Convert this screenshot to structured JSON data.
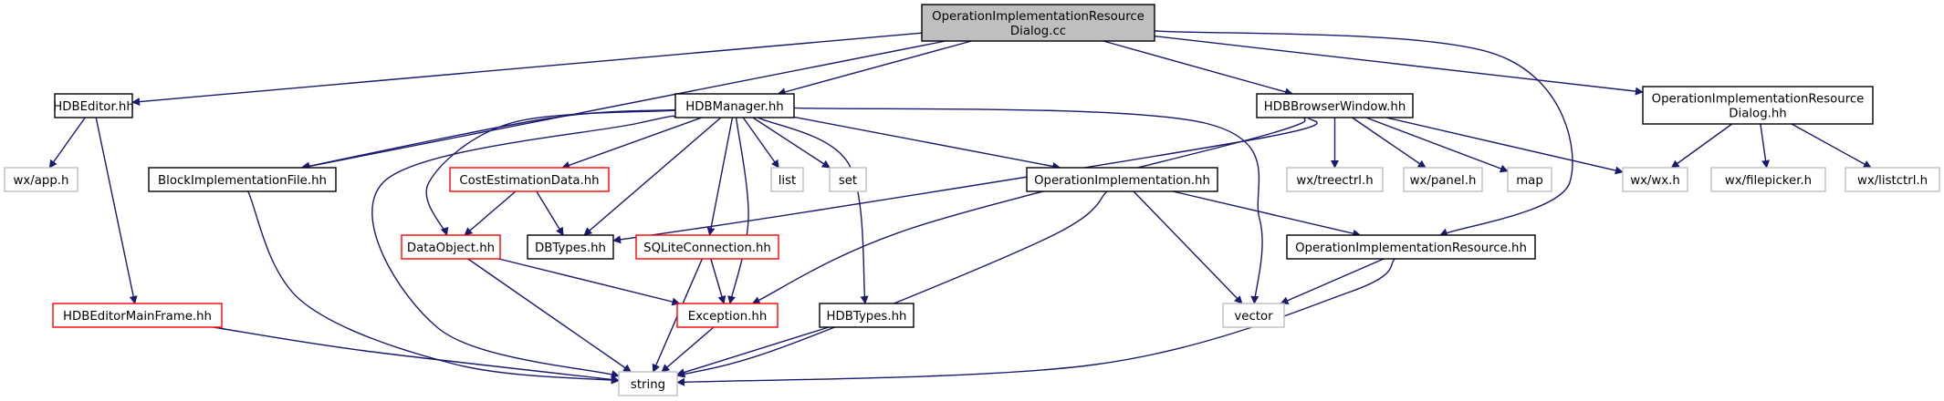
{
  "colors": {
    "edge": "#191970",
    "root_fill": "#bfbfbf",
    "border_normal": "#000000",
    "border_incomplete": "#ff0000",
    "border_external": "#bfbfbf",
    "text": "#000000",
    "background": "#ffffff"
  },
  "nodes": [
    {
      "id": "root",
      "lines": [
        "OperationImplementationResource",
        "Dialog.cc"
      ],
      "kind": "root"
    },
    {
      "id": "hdbeditor",
      "lines": [
        "HDBEditor.hh"
      ],
      "kind": "normal"
    },
    {
      "id": "hdbmanager",
      "lines": [
        "HDBManager.hh"
      ],
      "kind": "normal"
    },
    {
      "id": "hdbbrowser",
      "lines": [
        "HDBBrowserWindow.hh"
      ],
      "kind": "normal"
    },
    {
      "id": "oirdialog",
      "lines": [
        "OperationImplementationResource",
        "Dialog.hh"
      ],
      "kind": "normal"
    },
    {
      "id": "wxapp",
      "lines": [
        "wx/app.h"
      ],
      "kind": "external"
    },
    {
      "id": "blockimpl",
      "lines": [
        "BlockImplementationFile.hh"
      ],
      "kind": "normal"
    },
    {
      "id": "costest",
      "lines": [
        "CostEstimationData.hh"
      ],
      "kind": "incomplete"
    },
    {
      "id": "list",
      "lines": [
        "list"
      ],
      "kind": "external"
    },
    {
      "id": "set",
      "lines": [
        "set"
      ],
      "kind": "external"
    },
    {
      "id": "opimpl",
      "lines": [
        "OperationImplementation.hh"
      ],
      "kind": "normal"
    },
    {
      "id": "wxtreectrl",
      "lines": [
        "wx/treectrl.h"
      ],
      "kind": "external"
    },
    {
      "id": "wxpanel",
      "lines": [
        "wx/panel.h"
      ],
      "kind": "external"
    },
    {
      "id": "map",
      "lines": [
        "map"
      ],
      "kind": "external"
    },
    {
      "id": "wxwx",
      "lines": [
        "wx/wx.h"
      ],
      "kind": "external"
    },
    {
      "id": "wxfilepicker",
      "lines": [
        "wx/filepicker.h"
      ],
      "kind": "external"
    },
    {
      "id": "wxlistctrl",
      "lines": [
        "wx/listctrl.h"
      ],
      "kind": "external"
    },
    {
      "id": "dataobject",
      "lines": [
        "DataObject.hh"
      ],
      "kind": "incomplete"
    },
    {
      "id": "dbtypes",
      "lines": [
        "DBTypes.hh"
      ],
      "kind": "normal"
    },
    {
      "id": "sqlite",
      "lines": [
        "SQLiteConnection.hh"
      ],
      "kind": "incomplete"
    },
    {
      "id": "oires",
      "lines": [
        "OperationImplementationResource.hh"
      ],
      "kind": "normal"
    },
    {
      "id": "mainframe",
      "lines": [
        "HDBEditorMainFrame.hh"
      ],
      "kind": "incomplete"
    },
    {
      "id": "exception",
      "lines": [
        "Exception.hh"
      ],
      "kind": "incomplete"
    },
    {
      "id": "hdbtypes",
      "lines": [
        "HDBTypes.hh"
      ],
      "kind": "normal"
    },
    {
      "id": "vector",
      "lines": [
        "vector"
      ],
      "kind": "external"
    },
    {
      "id": "string",
      "lines": [
        "string"
      ],
      "kind": "external"
    }
  ],
  "edges": [
    [
      "root",
      "hdbeditor"
    ],
    [
      "root",
      "hdbmanager"
    ],
    [
      "root",
      "hdbbrowser"
    ],
    [
      "root",
      "oirdialog"
    ],
    [
      "root",
      "blockimpl"
    ],
    [
      "root",
      "oires"
    ],
    [
      "hdbeditor",
      "wxapp"
    ],
    [
      "hdbeditor",
      "mainframe"
    ],
    [
      "hdbmanager",
      "blockimpl"
    ],
    [
      "hdbmanager",
      "costest"
    ],
    [
      "hdbmanager",
      "list"
    ],
    [
      "hdbmanager",
      "set"
    ],
    [
      "hdbmanager",
      "opimpl"
    ],
    [
      "hdbmanager",
      "dataobject"
    ],
    [
      "hdbmanager",
      "dbtypes"
    ],
    [
      "hdbmanager",
      "sqlite"
    ],
    [
      "hdbmanager",
      "exception"
    ],
    [
      "hdbmanager",
      "hdbtypes"
    ],
    [
      "hdbmanager",
      "vector"
    ],
    [
      "hdbmanager",
      "string"
    ],
    [
      "hdbbrowser",
      "wxtreectrl"
    ],
    [
      "hdbbrowser",
      "wxpanel"
    ],
    [
      "hdbbrowser",
      "map"
    ],
    [
      "hdbbrowser",
      "wxwx"
    ],
    [
      "hdbbrowser",
      "dbtypes"
    ],
    [
      "hdbbrowser",
      "exception"
    ],
    [
      "oirdialog",
      "wxwx"
    ],
    [
      "oirdialog",
      "wxfilepicker"
    ],
    [
      "oirdialog",
      "wxlistctrl"
    ],
    [
      "blockimpl",
      "string"
    ],
    [
      "costest",
      "dataobject"
    ],
    [
      "costest",
      "dbtypes"
    ],
    [
      "opimpl",
      "oires"
    ],
    [
      "opimpl",
      "vector"
    ],
    [
      "opimpl",
      "string"
    ],
    [
      "dataobject",
      "exception"
    ],
    [
      "dataobject",
      "string"
    ],
    [
      "sqlite",
      "exception"
    ],
    [
      "sqlite",
      "string"
    ],
    [
      "oires",
      "vector"
    ],
    [
      "oires",
      "string"
    ],
    [
      "mainframe",
      "string"
    ],
    [
      "exception",
      "string"
    ],
    [
      "hdbtypes",
      "string"
    ]
  ]
}
